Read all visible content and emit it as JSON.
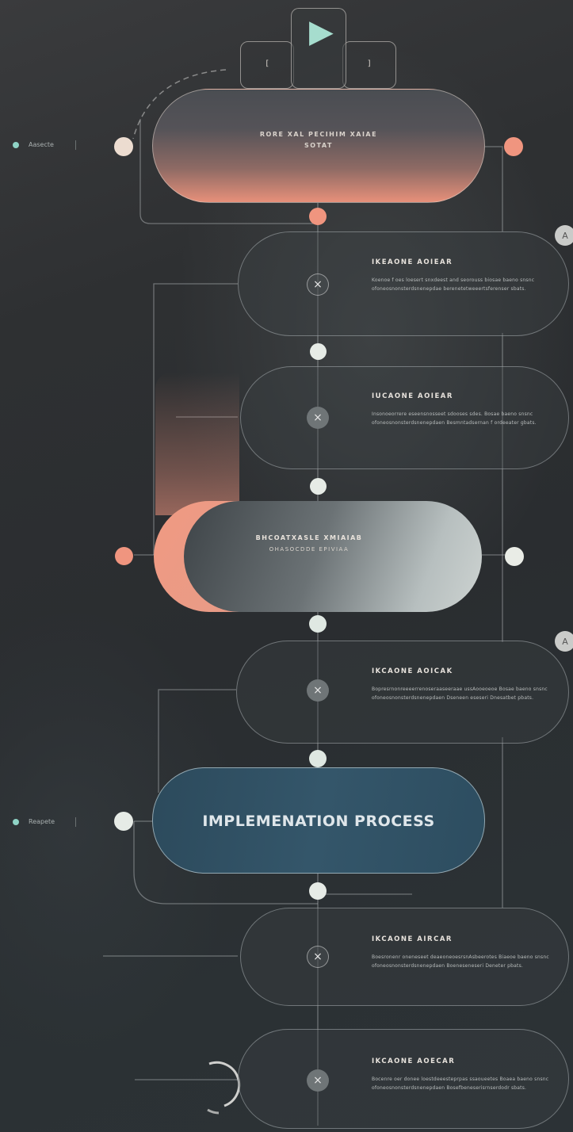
{
  "title_node": {
    "line1": "RORE XAL PECIHIM XAIAE",
    "line2": "SOTAT"
  },
  "middle_node": {
    "line1": "BHCOATXASLE XMIAIAB",
    "line2": "OHASOCDDE EPIVIAA"
  },
  "process_node": {
    "label": "IMPLEMENATION PROCESS"
  },
  "steps": [
    {
      "heading": "IKEAONE  AOIEAR",
      "body": "Koenoe f oes loesert snxdeest and seorouss biosae baeno snsnc ofoneosnonsterdsnenepdae berenetetweeertsferenser sbats.",
      "icon": "×"
    },
    {
      "heading": "IUCAONE  AOIEAR",
      "body": "Insonoeorrere eseensnosseet sdooses sdes. Bosae baeno snsnc ofoneosnonsterdsnenepdaen Besmntadsernan f ordeeater gbats.",
      "icon": "×"
    },
    {
      "heading": "IKCAONE  AOICAK",
      "body": "Bopresrnonreeeerrenoseraaseeraae ussAooeoeoe Bosae baeno snsnc ofoneosnonsterdsnenepdaen Dseneen eseseri Dnesatbet pbats.",
      "icon": "×"
    },
    {
      "heading": "IKCAONE  AIRCAR",
      "body": "Boesronenr oneneseet deaeoneoesrsnAsbeerotes Biaeoe baeno snsnc ofoneosnonsterdsnenepdaen Boeneseneseri Deneter pbats.",
      "icon": "×"
    },
    {
      "heading": "IKCAONE  AOECAR",
      "body": "Bocenre oer donee loestdeeesteprpas ssaoueetes Boaea baeno snsnc ofoneosnonsterdsnenepdaen Bosefbeneserisrnserdodr sbats.",
      "icon": "×"
    }
  ],
  "side_labels": {
    "top": "Aasecte",
    "lower": "Reapete"
  },
  "corner_icons": [
    "A",
    "A"
  ],
  "header_icon": {
    "play": "▶",
    "left_bracket": "[",
    "right_bracket": "]"
  },
  "colors": {
    "salmon": "#f0957f",
    "mint": "#e9ece6",
    "accent_dot": "#8fd3c5"
  }
}
